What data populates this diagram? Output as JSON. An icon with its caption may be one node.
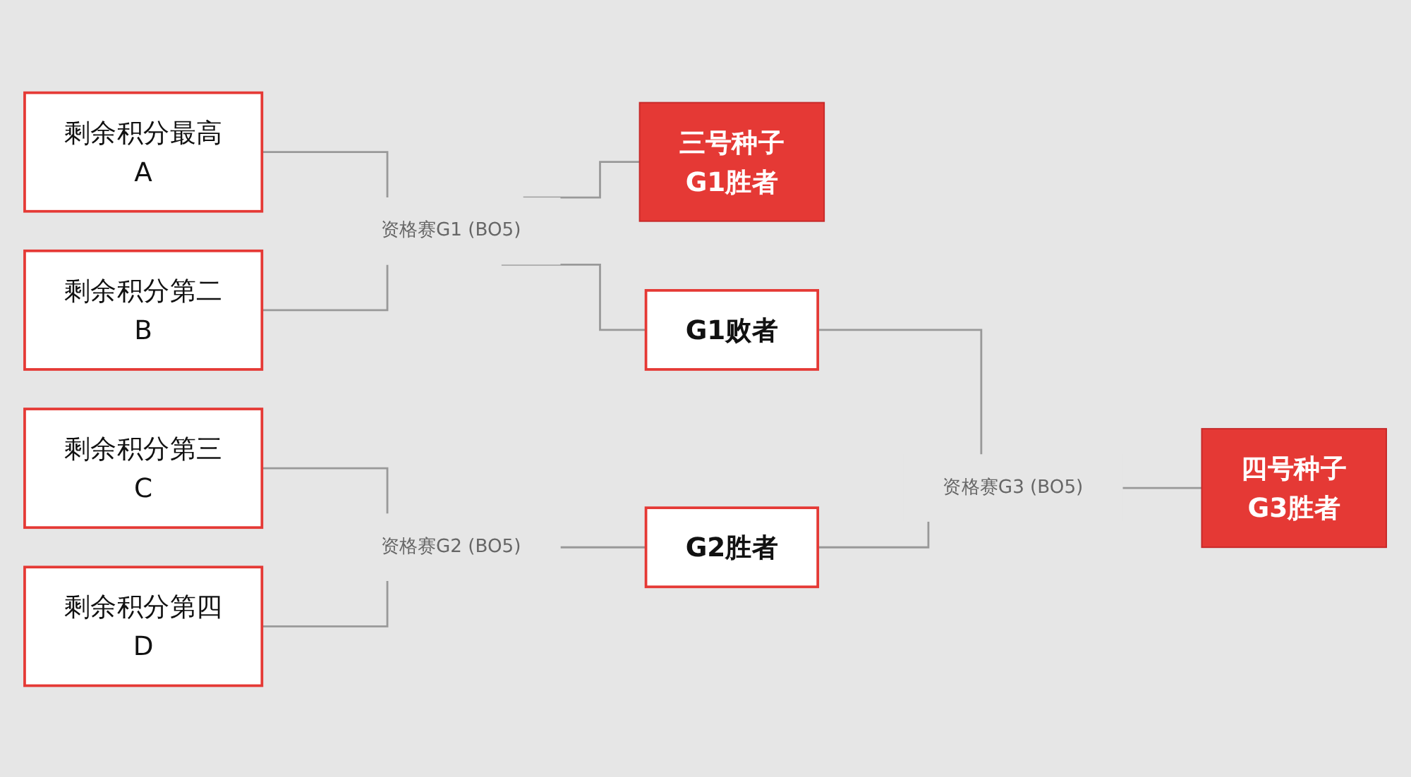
{
  "diagram": {
    "nodes": [
      {
        "text": [
          "剩余积分最高",
          "A"
        ]
      },
      {
        "text": [
          "剩余积分第二",
          "B"
        ]
      },
      {
        "text": [
          "剩余积分第三",
          "C"
        ]
      },
      {
        "text": [
          "剩余积分第四",
          "D"
        ]
      },
      {
        "text": [
          "资格赛G1 (BO5)"
        ]
      },
      {
        "text": [
          "资格赛G2 (BO5)"
        ]
      },
      {
        "text": [
          "G1败者"
        ]
      },
      {
        "text": [
          "资格赛G3 (BO5)"
        ]
      },
      {
        "text": [
          "G2胜者"
        ]
      },
      {
        "text": [
          "三号种子",
          "G1胜者"
        ]
      },
      {
        "text": [
          "四号种子",
          "G3胜者"
        ]
      }
    ],
    "edges": [
      {
        "from": 0,
        "to": 4,
        "arrow": "none"
      },
      {
        "from": 1,
        "to": 4,
        "arrow": "none"
      },
      {
        "from": 4,
        "to": 9,
        "arrow": "none"
      },
      {
        "from": 4,
        "to": 6,
        "arrow": "none"
      },
      {
        "from": 2,
        "to": 5,
        "arrow": "none"
      },
      {
        "from": 3,
        "to": 5,
        "arrow": "none"
      },
      {
        "from": 5,
        "to": 8,
        "arrow": "none"
      },
      {
        "from": 6,
        "to": 7,
        "arrow": "none"
      },
      {
        "from": 8,
        "to": 7,
        "arrow": "none"
      },
      {
        "from": 7,
        "to": 10,
        "arrow": "none"
      }
    ]
  }
}
